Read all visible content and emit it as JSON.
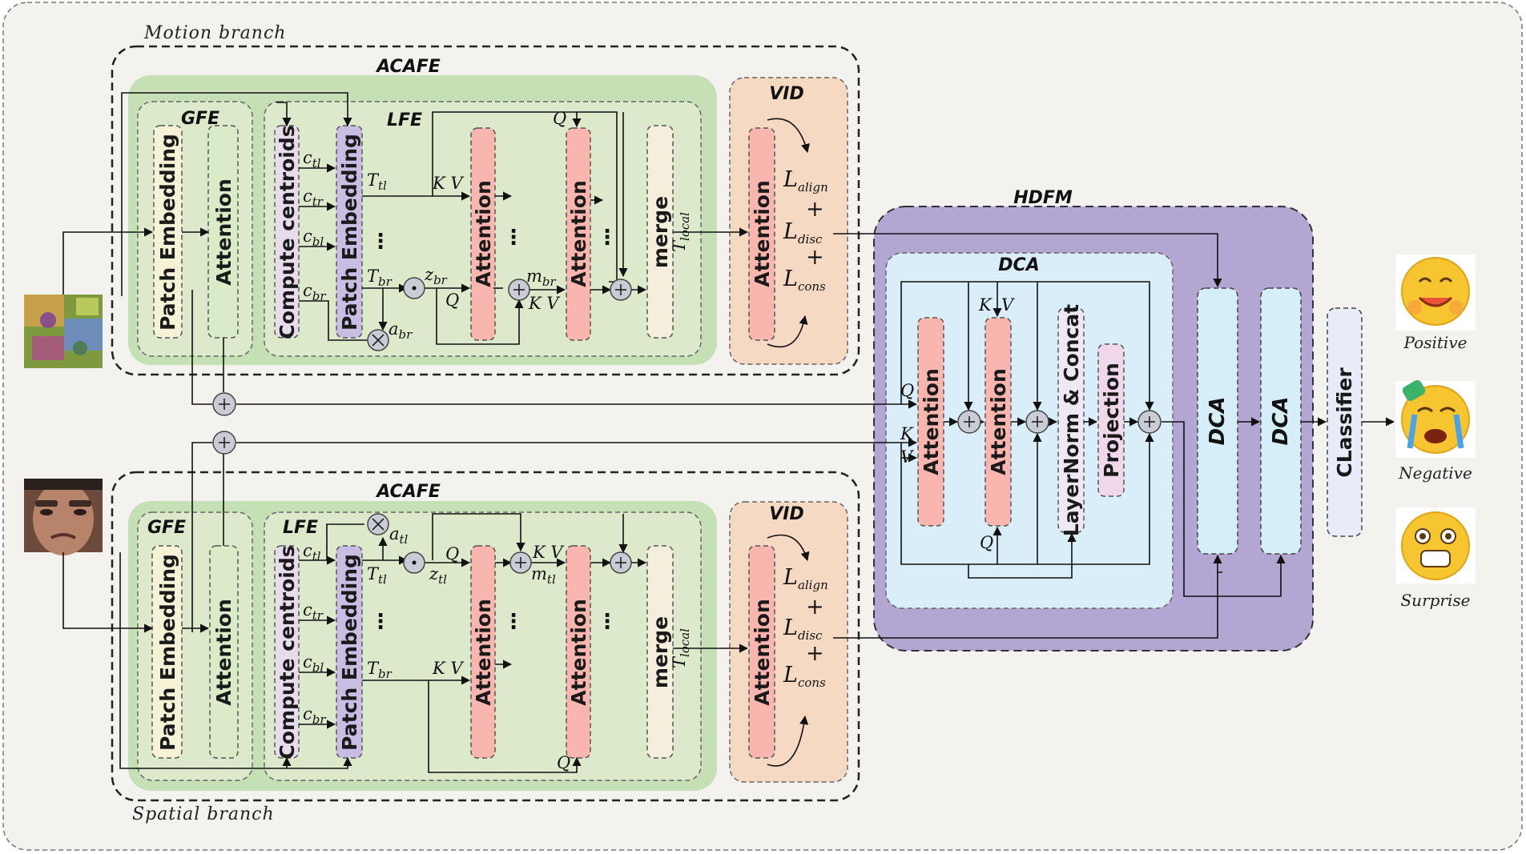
{
  "branches": {
    "motion": "Motion branch",
    "spatial": "Spatial branch"
  },
  "modules": {
    "acafe": "ACAFE",
    "gfe": "GFE",
    "lfe": "LFE",
    "vid": "VID",
    "hdfm": "HDFM",
    "dca": "DCA"
  },
  "blocks": {
    "patch_embedding": "Patch Embedding",
    "attention": "Attention",
    "compute_centroids": "Compute centroids",
    "merge": "merge",
    "layernorm_concat": "LayerNorm & Concat",
    "projection": "Projection",
    "dca_block": "DCA",
    "classifier": "CLassifier"
  },
  "symbols": {
    "c": "c",
    "T": "T",
    "z": "z",
    "m": "m",
    "a": "a",
    "L": "L",
    "tl": "tl",
    "tr": "tr",
    "bl": "bl",
    "br": "br",
    "local": "local",
    "align": "align",
    "disc": "disc",
    "cons": "cons",
    "plus": "+",
    "Q": "Q",
    "K": "K",
    "V": "V",
    "KV": "K V",
    "dots": "⋮"
  },
  "emotions": {
    "positive": "Positive",
    "negative": "Negative",
    "surprise": "Surprise"
  },
  "colors": {
    "gfe_fill": "#dceacb",
    "acafe_fill": "#c4e0b4",
    "vid_fill": "#f6d9c3",
    "hdfm_fill": "#b3a6d3",
    "dca_fill": "#d9eef8",
    "attention_fill": "#f8b6ae",
    "patch_fill": "#f5f2d6",
    "gfe_attention_fill": "#d9ecc7",
    "centroid_fill": "#e6dcec",
    "patch_embed_lfe_fill": "#c8bde2",
    "merge_fill": "#f6eedc",
    "ln_fill": "#ede8f4",
    "projection_fill": "#f0d7ea",
    "dca_block_fill": "#d6eef8",
    "classifier_fill": "#e8ebf8"
  }
}
